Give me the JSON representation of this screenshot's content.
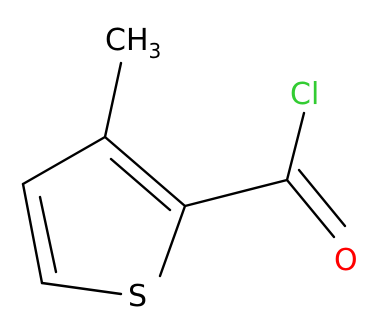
{
  "molecule": {
    "atoms": {
      "methyl": {
        "main": "CH",
        "subscript": "3",
        "color": "#000000"
      },
      "chlorine": {
        "text": "Cl",
        "color": "#33cc33"
      },
      "oxygen": {
        "text": "O",
        "color": "#ff0000"
      },
      "sulfur": {
        "text": "S",
        "color": "#000000"
      }
    },
    "bond_color": "#000000"
  }
}
